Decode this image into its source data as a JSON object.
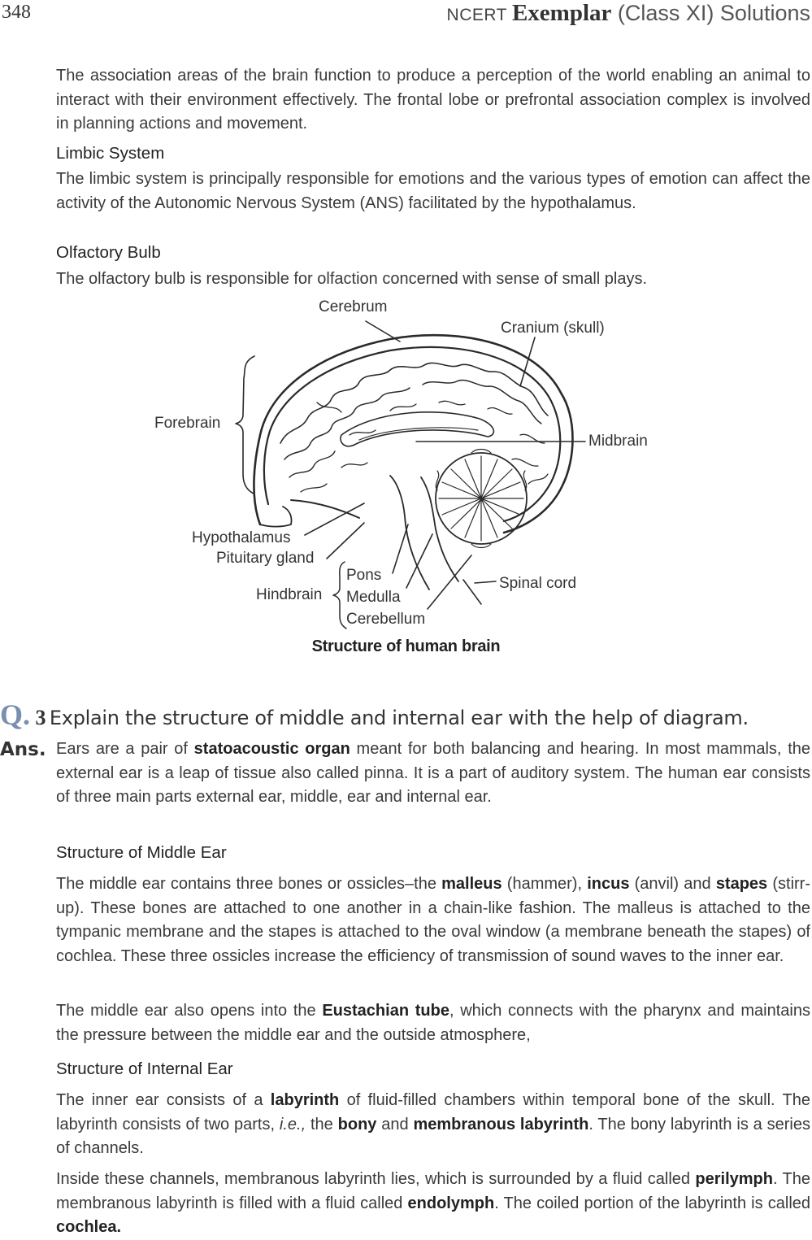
{
  "header": {
    "page_number": "348",
    "title_a": "NCERT ",
    "title_b": "Exemplar",
    "title_c": " (Class XI)",
    "title_d": " Solutions"
  },
  "intro": {
    "association": "The association areas of the brain function to produce a perception of the world enabling an animal to interact with their environment effectively. The frontal lobe or prefrontal association complex is involved in planning actions and movement.",
    "limbic_heading": "Limbic System",
    "limbic_text": "The limbic system is principally responsible for emotions and the various types of emotion can affect the activity of the Autonomic Nervous System (ANS) facilitated by the hypothalamus.",
    "olfactory_heading": "Olfactory Bulb",
    "olfactory_text": "The olfactory bulb is responsible for olfaction concerned with sense of small plays."
  },
  "figure": {
    "labels": {
      "cerebrum": "Cerebrum",
      "cranium": "Cranium (skull)",
      "forebrain": "Forebrain",
      "midbrain": "Midbrain",
      "hypothalamus": "Hypothalamus",
      "pituitary": "Pituitary gland",
      "pons": "Pons",
      "hindbrain": "Hindbrain",
      "medulla": "Medulla",
      "cerebellum": "Cerebellum",
      "spinal_cord": "Spinal cord"
    },
    "caption": "Structure of human brain"
  },
  "question": {
    "mark": "Q.",
    "number": "3",
    "text": "Explain the structure of middle and internal ear with the help of diagram."
  },
  "answer": {
    "label": "Ans.",
    "p1_a": "Ears are a pair of ",
    "p1_b": "statoacoustic organ",
    "p1_c": " meant for both balancing and hearing. In most mammals, the external ear is a leap of tissue also called pinna. It is a part of auditory system. The human ear consists of three main parts external ear, middle,  ear and internal ear.",
    "middle_heading": "Structure of Middle Ear",
    "m1_a": "The middle ear contains three bones or ossicles–the ",
    "m1_b": "malleus",
    "m1_c": " (hammer), ",
    "m1_d": "incus",
    "m1_e": " (anvil) and ",
    "m1_f": "stapes",
    "m1_g": " (stirr-up). These bones are attached to one another in a chain-like fashion. The malleus is attached to the tympanic membrane and the stapes is attached to the oval window (a membrane beneath the stapes) of cochlea. These three ossicles increase the efficiency of transmission of sound waves to the inner ear.",
    "m2_a": "The middle ear also opens into the ",
    "m2_b": "Eustachian tube",
    "m2_c": ", which connects with the pharynx and maintains the pressure between the middle ear and the outside atmosphere,",
    "internal_heading": "Structure of Internal Ear",
    "i1_a": "The inner ear consists of a ",
    "i1_b": "labyrinth",
    "i1_c": " of fluid-filled chambers within temporal bone of the skull. The labyrinth consists of two parts, ",
    "i1_d": "i.e.,",
    "i1_e": " the ",
    "i1_f": "bony",
    "i1_g": " and ",
    "i1_h": "membranous labyrinth",
    "i1_i": ". The bony labyrinth is a series of channels.",
    "i2_a": "Inside these channels, membranous labyrinth lies, which is surrounded by a fluid called ",
    "i2_b": "perilymph",
    "i2_c": ". The membranous labyrinth is filled with a fluid called ",
    "i2_d": "endolymph",
    "i2_e": ". The coiled portion of the labyrinth is called ",
    "i2_f": "cochlea."
  }
}
